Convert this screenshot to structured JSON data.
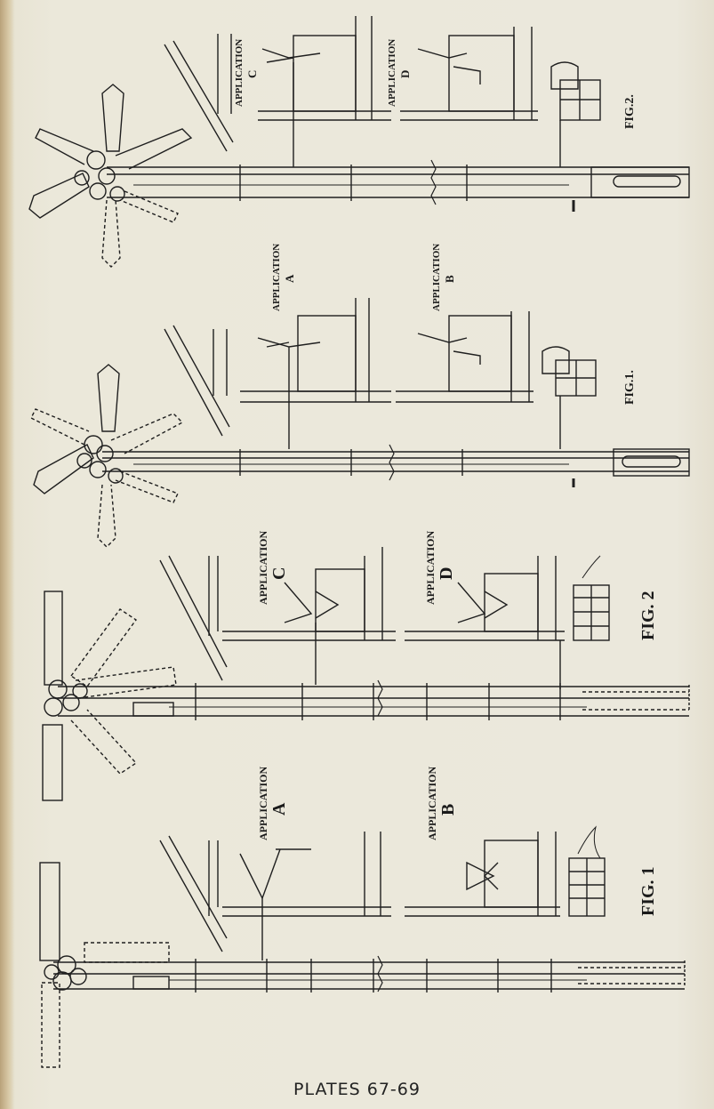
{
  "plates": {
    "page_caption": "PLATES 67-69",
    "figures": [
      {
        "label": "FIG. 1",
        "app_top_word": "APPLICATION",
        "app_top_letter": "A",
        "app_bottom_word": "APPLICATION",
        "app_bottom_letter": "B"
      },
      {
        "label": "FIG. 2",
        "app_top_word": "APPLICATION",
        "app_top_letter": "C",
        "app_bottom_word": "APPLICATION",
        "app_bottom_letter": "D"
      },
      {
        "label": "FIG.1.",
        "app_top_word": "APPLICATION",
        "app_top_letter": "A",
        "app_bottom_word": "APPLICATION",
        "app_bottom_letter": "B"
      },
      {
        "label": "FIG.2.",
        "app_top_word": "APPLICATION",
        "app_top_letter": "C",
        "app_bottom_word": "APPLICATION",
        "app_bottom_letter": "D"
      }
    ]
  },
  "colors": {
    "ink": "#1f1f1f",
    "paper": "#ebe8da",
    "dashed": "#333333"
  }
}
